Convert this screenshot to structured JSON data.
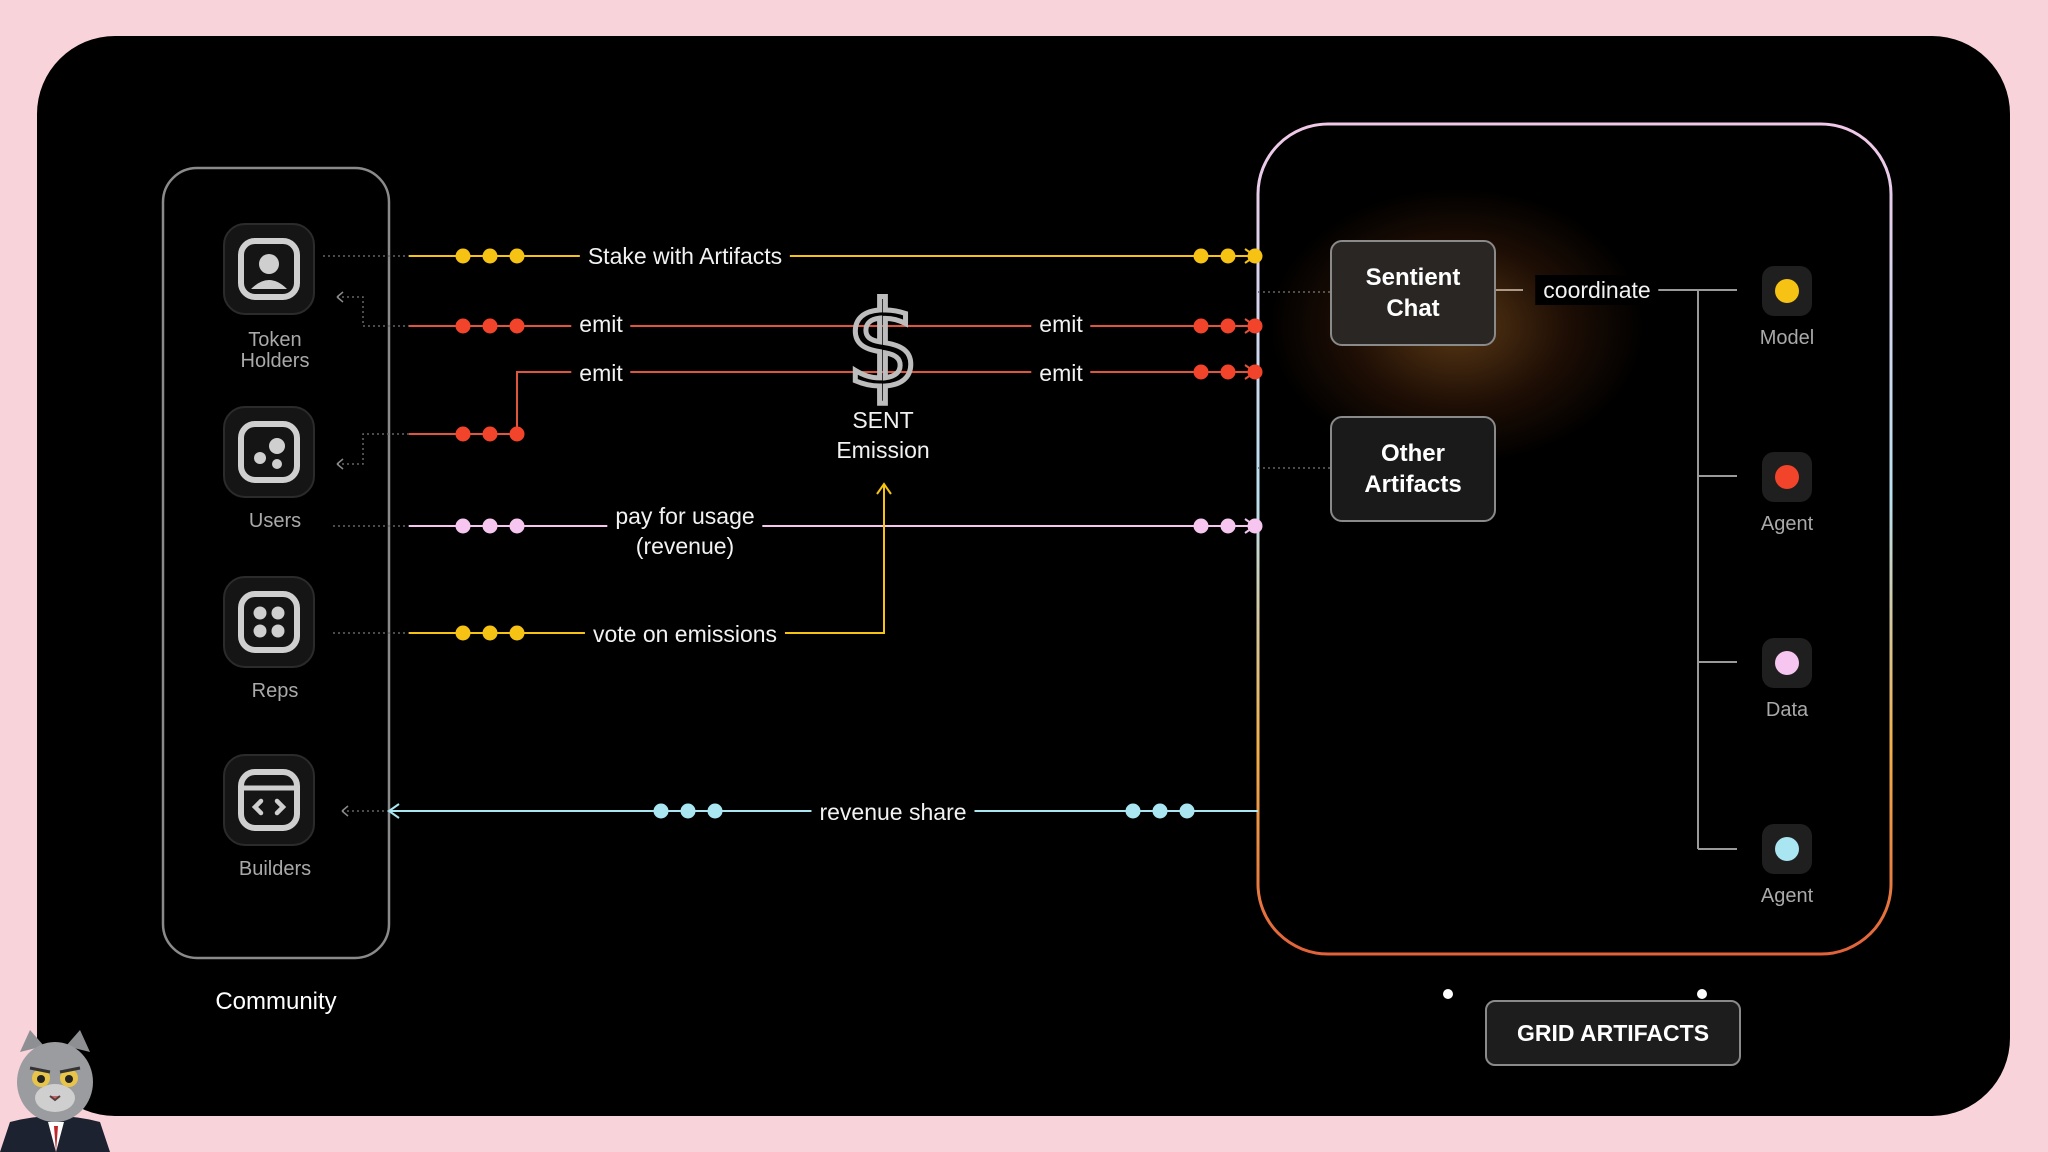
{
  "colors": {
    "page_bg": "#f9d3da",
    "panel_bg": "#000000",
    "yellow": "#f6c314",
    "red": "#f2442a",
    "pink": "#f6c6f0",
    "cyan": "#a9e6f2",
    "emit_line": "#e0553c",
    "gradient_top": "#f0c8e8",
    "gradient_bottom": "#e2623a"
  },
  "community": {
    "title": "Community",
    "members": [
      {
        "label": "Token\nHolders",
        "icon": "user-icon"
      },
      {
        "label": "Users",
        "icon": "users-dots-icon"
      },
      {
        "label": "Reps",
        "icon": "four-dots-icon"
      },
      {
        "label": "Builders",
        "icon": "code-window-icon"
      }
    ]
  },
  "flows": {
    "stake": "Stake with Artifacts",
    "emit_left_1": "emit",
    "emit_left_2": "emit",
    "emit_right_1": "emit",
    "emit_right_2": "emit",
    "pay_line1": "pay for usage",
    "pay_line2": "(revenue)",
    "vote": "vote on emissions",
    "revenue_share": "revenue share"
  },
  "emission": {
    "symbol": "$",
    "line1": "SENT",
    "line2": "Emission"
  },
  "grid": {
    "sentient_chat_line1": "Sentient",
    "sentient_chat_line2": "Chat",
    "other_artifacts_line1": "Other",
    "other_artifacts_line2": "Artifacts",
    "coordinate": "coordinate",
    "badge": "GRID ARTIFACTS",
    "components": [
      {
        "label": "Model",
        "color": "#f6c314"
      },
      {
        "label": "Agent",
        "color": "#f2442a"
      },
      {
        "label": "Data",
        "color": "#f6c6f0"
      },
      {
        "label": "Agent",
        "color": "#a9e6f2"
      }
    ]
  }
}
